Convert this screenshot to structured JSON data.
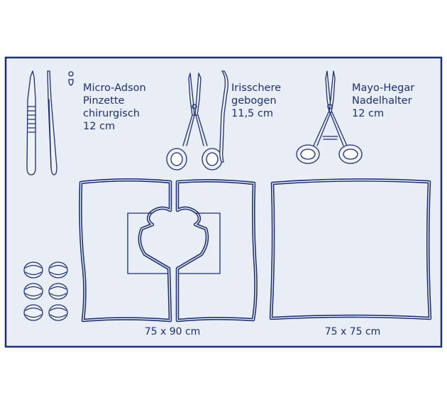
{
  "colors": {
    "primary": "#1b2f7a",
    "panel_fill": "#e9edf6",
    "background": "#ffffff"
  },
  "instruments": [
    {
      "id": "forceps",
      "lines": [
        "Micro-Adson",
        "Pinzette",
        "chirurgisch",
        "12 cm"
      ]
    },
    {
      "id": "scissors",
      "lines": [
        "Irisschere",
        "gebogen",
        "11,5 cm"
      ]
    },
    {
      "id": "needle_holder",
      "lines": [
        "Mayo-Hegar",
        "Nadelhalter",
        "12 cm"
      ]
    }
  ],
  "drapes": [
    {
      "id": "slit_drape",
      "size_label": "75 x 90 cm"
    },
    {
      "id": "plain_drape",
      "size_label": "75 x 75 cm"
    }
  ],
  "swabs": {
    "count": 6
  }
}
